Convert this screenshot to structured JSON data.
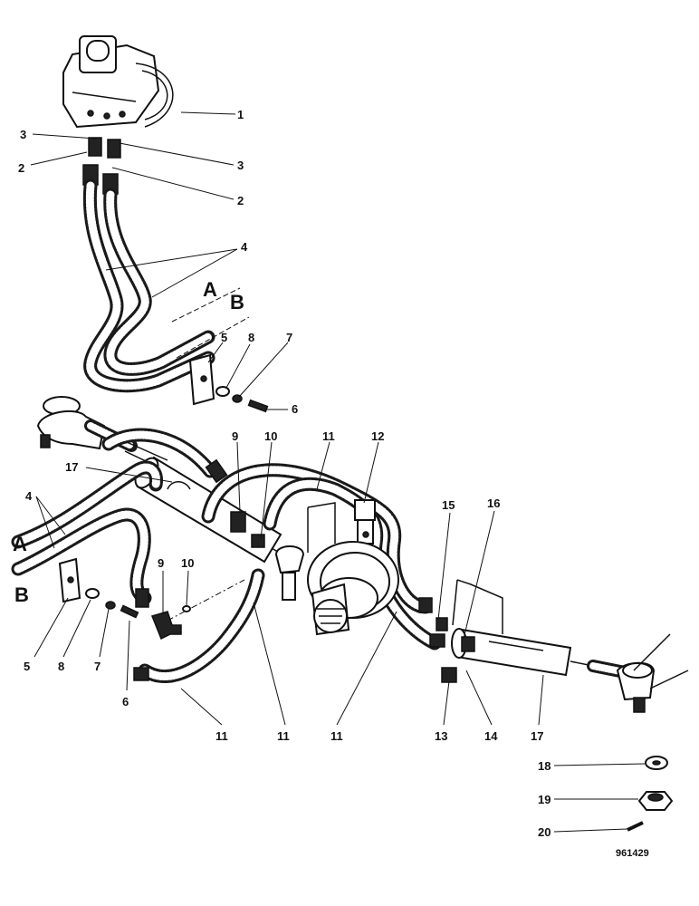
{
  "diagram": {
    "reference": "961429",
    "connection_markers": [
      "A",
      "B"
    ],
    "callouts": [
      {
        "id": "c1",
        "text": "1"
      },
      {
        "id": "c2",
        "text": "2"
      },
      {
        "id": "c3",
        "text": "2"
      },
      {
        "id": "c4",
        "text": "3"
      },
      {
        "id": "c5",
        "text": "3"
      },
      {
        "id": "c6",
        "text": "4"
      },
      {
        "id": "c7",
        "text": "5"
      },
      {
        "id": "c8",
        "text": "8"
      },
      {
        "id": "c9",
        "text": "7"
      },
      {
        "id": "c10",
        "text": "6"
      },
      {
        "id": "c11",
        "text": "9"
      },
      {
        "id": "c12",
        "text": "10"
      },
      {
        "id": "c13",
        "text": "11"
      },
      {
        "id": "c14",
        "text": "12"
      },
      {
        "id": "c15",
        "text": "17"
      },
      {
        "id": "c16",
        "text": "4"
      },
      {
        "id": "c17",
        "text": "15"
      },
      {
        "id": "c18",
        "text": "16"
      },
      {
        "id": "c19",
        "text": "9"
      },
      {
        "id": "c20",
        "text": "10"
      },
      {
        "id": "c21",
        "text": "5"
      },
      {
        "id": "c22",
        "text": "8"
      },
      {
        "id": "c23",
        "text": "7"
      },
      {
        "id": "c24",
        "text": "6"
      },
      {
        "id": "c25",
        "text": "11"
      },
      {
        "id": "c26",
        "text": "11"
      },
      {
        "id": "c27",
        "text": "11"
      },
      {
        "id": "c28",
        "text": "13"
      },
      {
        "id": "c29",
        "text": "14"
      },
      {
        "id": "c30",
        "text": "17"
      },
      {
        "id": "c31",
        "text": "18"
      },
      {
        "id": "c32",
        "text": "19"
      },
      {
        "id": "c33",
        "text": "20"
      }
    ]
  }
}
